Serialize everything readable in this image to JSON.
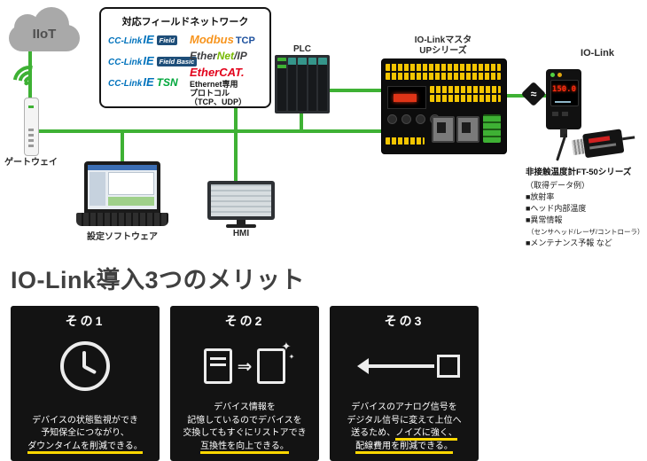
{
  "cloud": {
    "label": "IIoT"
  },
  "labels": {
    "gateway": "ゲートウェイ",
    "software": "設定ソフトウェア",
    "hmi": "HMI",
    "plc": "PLC",
    "master1": "IO-Linkマスタ",
    "master2": "UPシリーズ",
    "iolink": "IO-Link"
  },
  "network_box": {
    "title": "対応フィールドネットワーク",
    "cclink_brand": "CC-Link",
    "cclink_ie": "IE",
    "field_badge": "Field",
    "field_basic_badge": "Field Basic",
    "tsn": "TSN",
    "modbus": "Modbus",
    "modbus_tcp": "TCP",
    "ethernet_ip_pre": "Ether",
    "ethernet_ip_net": "Net",
    "ethernet_ip_suf": "/IP",
    "ethercat": "EtherCAT.",
    "ethernet_lines": [
      "Ethernet専用",
      "プロトコル",
      "（TCP、UDP）"
    ]
  },
  "sensor": {
    "display_value": "150.0"
  },
  "sensor_panel": {
    "title": "非接触温度計FT-50シリーズ",
    "lines": [
      "（取得データ例）",
      "■放射率",
      "■ヘッド内部温度",
      "■異常情報",
      "（センサヘッド/レーザ/コントローラ）",
      "■メンテナンス予報 など"
    ]
  },
  "glyphs": {
    "connector": "≈",
    "arrow": "⇒",
    "sparkle": "✦"
  },
  "merits": {
    "heading": "IO-Link導入3つのメリット",
    "cards": [
      {
        "title": "その1",
        "icon": "clock-icon",
        "lines": [
          [
            {
              "t": "デバイスの状態監視ができ"
            }
          ],
          [
            {
              "t": "予知保全につながり、"
            }
          ],
          [
            {
              "t": "ダウンタイムを削減できる。",
              "h": true
            }
          ]
        ]
      },
      {
        "title": "その2",
        "icon": "device-restore-icon",
        "lines": [
          [
            {
              "t": "デバイス情報を"
            }
          ],
          [
            {
              "t": "記憶しているのでデバイスを"
            }
          ],
          [
            {
              "t": "交換してもすぐにリストアでき"
            }
          ],
          [
            {
              "t": "互換性を向上できる。",
              "h": true
            }
          ]
        ]
      },
      {
        "title": "その3",
        "icon": "signal-arrow-icon",
        "lines": [
          [
            {
              "t": "デバイスのアナログ信号を"
            }
          ],
          [
            {
              "t": "デジタル信号に変えて上位へ"
            }
          ],
          [
            {
              "t": "送るため、"
            },
            {
              "t": "ノイズに強く、",
              "h": true
            }
          ],
          [
            {
              "t": "配線費用を削減できる。",
              "h": true
            }
          ]
        ]
      }
    ]
  }
}
